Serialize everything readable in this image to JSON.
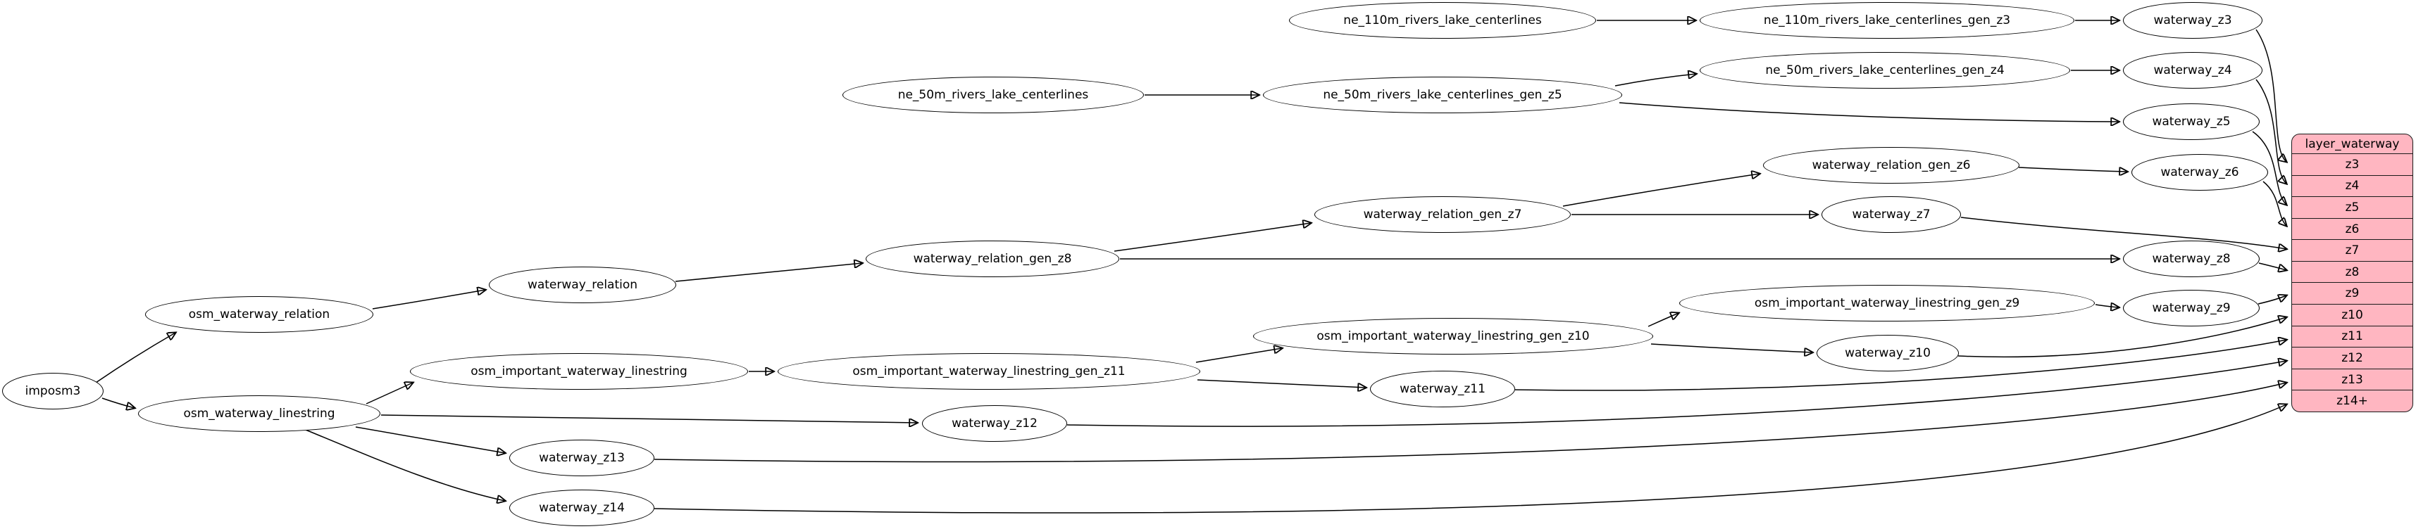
{
  "diagram": {
    "background_color": "#ffffff",
    "node_fill": "#ffffff",
    "node_stroke": "#000000",
    "edge_color": "#000000",
    "record_fill": "#ffb6c1",
    "record_stroke": "#1a1a1a"
  },
  "nodes": {
    "imposm3": {
      "label": "imposm3"
    },
    "osm_waterway_relation": {
      "label": "osm_waterway_relation"
    },
    "osm_waterway_linestring": {
      "label": "osm_waterway_linestring"
    },
    "waterway_relation": {
      "label": "waterway_relation"
    },
    "waterway_relation_gen_z8": {
      "label": "waterway_relation_gen_z8"
    },
    "waterway_relation_gen_z7": {
      "label": "waterway_relation_gen_z7"
    },
    "waterway_relation_gen_z6": {
      "label": "waterway_relation_gen_z6"
    },
    "ne_110m_rivers_lake_centerlines": {
      "label": "ne_110m_rivers_lake_centerlines"
    },
    "ne_110m_rivers_lake_centerlines_gen_z3": {
      "label": "ne_110m_rivers_lake_centerlines_gen_z3"
    },
    "ne_50m_rivers_lake_centerlines": {
      "label": "ne_50m_rivers_lake_centerlines"
    },
    "ne_50m_rivers_lake_centerlines_gen_z5": {
      "label": "ne_50m_rivers_lake_centerlines_gen_z5"
    },
    "ne_50m_rivers_lake_centerlines_gen_z4": {
      "label": "ne_50m_rivers_lake_centerlines_gen_z4"
    },
    "osm_important_waterway_linestring": {
      "label": "osm_important_waterway_linestring"
    },
    "osm_important_waterway_linestring_gen_z11": {
      "label": "osm_important_waterway_linestring_gen_z11"
    },
    "osm_important_waterway_linestring_gen_z10": {
      "label": "osm_important_waterway_linestring_gen_z10"
    },
    "osm_important_waterway_linestring_gen_z9": {
      "label": "osm_important_waterway_linestring_gen_z9"
    },
    "waterway_z3": {
      "label": "waterway_z3"
    },
    "waterway_z4": {
      "label": "waterway_z4"
    },
    "waterway_z5": {
      "label": "waterway_z5"
    },
    "waterway_z6": {
      "label": "waterway_z6"
    },
    "waterway_z7": {
      "label": "waterway_z7"
    },
    "waterway_z8": {
      "label": "waterway_z8"
    },
    "waterway_z9": {
      "label": "waterway_z9"
    },
    "waterway_z10": {
      "label": "waterway_z10"
    },
    "waterway_z11": {
      "label": "waterway_z11"
    },
    "waterway_z12": {
      "label": "waterway_z12"
    },
    "waterway_z13": {
      "label": "waterway_z13"
    },
    "waterway_z14": {
      "label": "waterway_z14"
    }
  },
  "record": {
    "title": "layer_waterway",
    "rows": [
      "z3",
      "z4",
      "z5",
      "z6",
      "z7",
      "z8",
      "z9",
      "z10",
      "z11",
      "z12",
      "z13",
      "z14+"
    ]
  }
}
